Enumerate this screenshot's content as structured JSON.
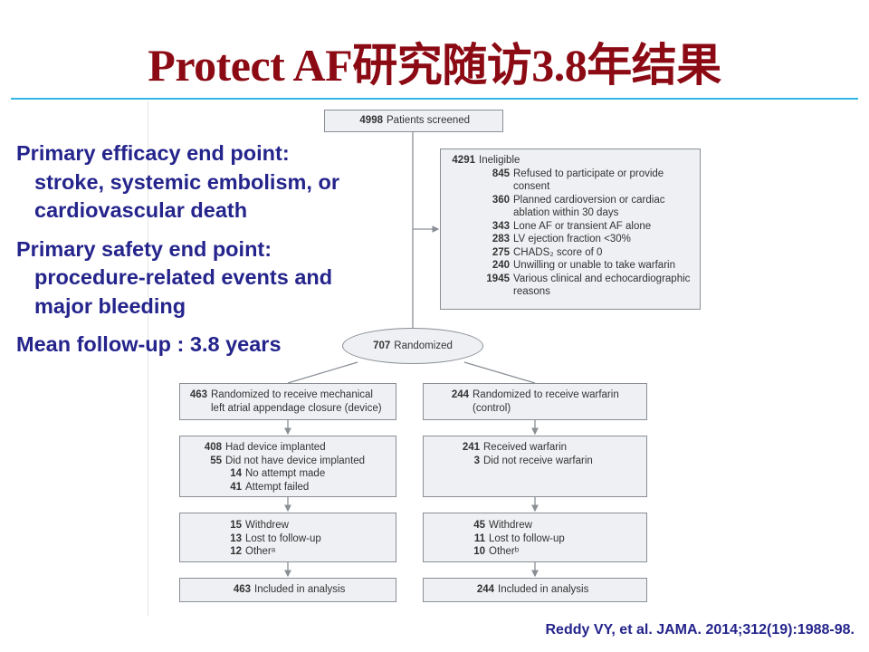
{
  "title": "Protect AF研究随访3.8年结果",
  "left_text": {
    "efficacy_heading": "Primary efficacy end point:",
    "efficacy_lines": [
      "stroke, systemic embolism, or",
      "cardiovascular death"
    ],
    "safety_heading": "Primary safety end point:",
    "safety_lines": [
      "procedure-related events and",
      "major bleeding"
    ],
    "followup": "Mean follow-up : 3.8 years"
  },
  "flowchart": {
    "screened": {
      "num": "4998",
      "text": "Patients screened"
    },
    "ineligible": {
      "header": {
        "num": "4291",
        "text": "Ineligible"
      },
      "reasons": [
        {
          "num": "845",
          "text": "Refused to participate or provide",
          "cont": "consent"
        },
        {
          "num": "360",
          "text": "Planned cardioversion or cardiac",
          "cont": "ablation within 30 days"
        },
        {
          "num": "343",
          "text": "Lone AF or transient AF alone"
        },
        {
          "num": "283",
          "text": "LV ejection fraction <30%"
        },
        {
          "num": "275",
          "text": "CHADS₂ score of 0"
        },
        {
          "num": "240",
          "text": "Unwilling or unable to take warfarin"
        },
        {
          "num": "1945",
          "text": "Various clinical and echocardiographic",
          "cont": "reasons"
        }
      ]
    },
    "randomized": {
      "num": "707",
      "text": "Randomized"
    },
    "device_arm": {
      "allocation": {
        "num": "463",
        "text": "Randomized to receive mechanical",
        "cont": "left atrial appendage closure (device)"
      },
      "implant": [
        {
          "num": "408",
          "text": "Had device implanted",
          "level": 0
        },
        {
          "num": "55",
          "text": "Did not have device implanted",
          "level": 0
        },
        {
          "num": "14",
          "text": "No attempt made",
          "level": 1
        },
        {
          "num": "41",
          "text": "Attempt failed",
          "level": 1
        }
      ],
      "followup": [
        {
          "num": "15",
          "text": "Withdrew"
        },
        {
          "num": "13",
          "text": "Lost to follow-up"
        },
        {
          "num": "12",
          "text": "Otherᵃ"
        }
      ],
      "analysis": {
        "num": "463",
        "text": "Included in analysis"
      }
    },
    "warfarin_arm": {
      "allocation": {
        "num": "244",
        "text": "Randomized to receive warfarin",
        "cont": "(control)"
      },
      "implant": [
        {
          "num": "241",
          "text": "Received warfarin",
          "level": 0
        },
        {
          "num": "3",
          "text": "Did not receive warfarin",
          "level": 0
        }
      ],
      "followup": [
        {
          "num": "45",
          "text": "Withdrew"
        },
        {
          "num": "11",
          "text": "Lost to follow-up"
        },
        {
          "num": "10",
          "text": "Otherᵇ"
        }
      ],
      "analysis": {
        "num": "244",
        "text": "Included in analysis"
      }
    }
  },
  "citation": "Reddy VY, et al. JAMA. 2014;312(19):1988-98.",
  "colors": {
    "title": "#8b0a14",
    "text": "#24248c",
    "rule": "#33b5e5",
    "box_fill": "#eef0f3",
    "box_border": "#8a8f96"
  }
}
